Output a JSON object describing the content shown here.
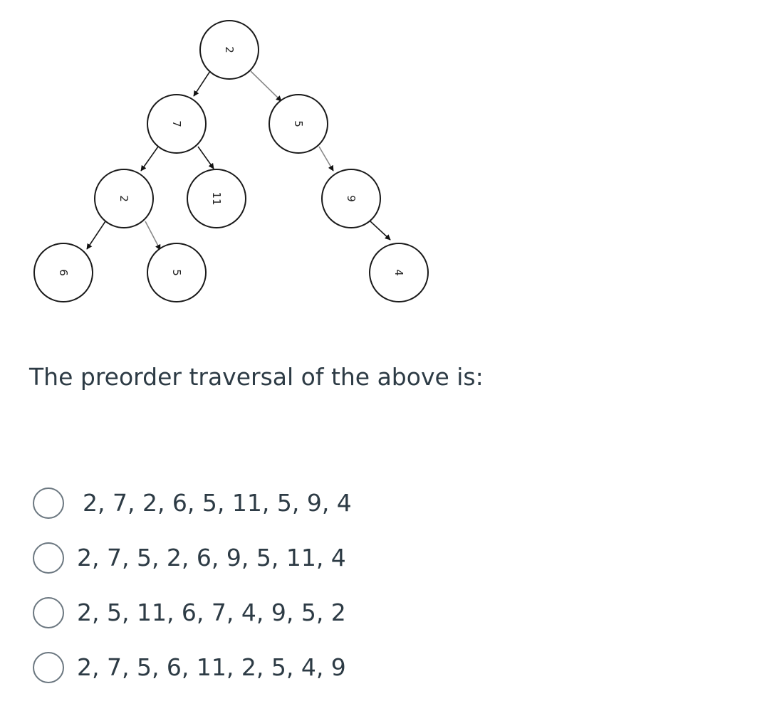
{
  "tree": {
    "nodes": [
      {
        "id": "root",
        "value": "2"
      },
      {
        "id": "n7",
        "value": "7"
      },
      {
        "id": "n5a",
        "value": "5"
      },
      {
        "id": "n2b",
        "value": "2"
      },
      {
        "id": "n11",
        "value": "11"
      },
      {
        "id": "n9",
        "value": "9"
      },
      {
        "id": "n6",
        "value": "6"
      },
      {
        "id": "n5b",
        "value": "5"
      },
      {
        "id": "n4",
        "value": "4"
      }
    ]
  },
  "question": {
    "text": "The preorder traversal of the above is:"
  },
  "options": [
    {
      "label": "2, 7, 2, 6, 5, 11, 5, 9, 4",
      "selected": false
    },
    {
      "label": "2, 7, 5, 2, 6, 9, 5, 11, 4",
      "selected": false
    },
    {
      "label": "2, 5, 11, 6, 7, 4, 9, 5, 2",
      "selected": false
    },
    {
      "label": "2, 7, 5, 6, 11, 2, 5, 4, 9",
      "selected": false
    }
  ],
  "colors": {
    "text": "#2d3b45",
    "radio_border": "#6b7780",
    "edge_dark": "#1a1a1a",
    "edge_light": "#888888"
  }
}
